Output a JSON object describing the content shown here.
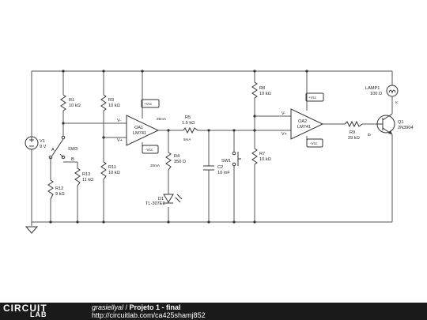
{
  "footer": {
    "logo_circuit": "CIRCUIT",
    "logo_lab": "LAB",
    "author": "grasiellyal",
    "separator": " / ",
    "title": "Projeto 1 - final",
    "url": "http://circuitlab.com/ca425shamj852"
  },
  "schematic": {
    "V1": {
      "name": "V1",
      "value": "9 V"
    },
    "SW3": {
      "name": "SW3",
      "pos_a": "A",
      "pos_b": "B"
    },
    "R1": {
      "name": "R1",
      "value": "10 kΩ"
    },
    "R3": {
      "name": "R3",
      "value": "10 kΩ"
    },
    "R11": {
      "name": "R11",
      "value": "10 kΩ"
    },
    "R13": {
      "name": "R13",
      "value": "11 kΩ"
    },
    "R12": {
      "name": "R12",
      "value": "9 kΩ"
    },
    "OA1": {
      "name": "OA1",
      "part": "LM741",
      "vcc_pos": "+Vcc",
      "vcc_neg": "-Vcc",
      "in_neg": "V-",
      "in_pos": "V+"
    },
    "R5": {
      "name": "R5",
      "value": "1.5 kΩ"
    },
    "R4": {
      "name": "R4",
      "value": "350 Ω"
    },
    "D1": {
      "name": "D1",
      "part": "TL-307EE"
    },
    "C2": {
      "name": "C2",
      "value": "10 mF"
    },
    "SW1": {
      "name": "SW1"
    },
    "R8": {
      "name": "R8",
      "value": "10 kΩ"
    },
    "R7": {
      "name": "R7",
      "value": "10 kΩ"
    },
    "OA2": {
      "name": "OA2",
      "part": "LM741",
      "vcc_pos": "+Vcc",
      "vcc_neg": "-Vcc",
      "in_neg": "V-",
      "in_pos": "V+"
    },
    "R9": {
      "name": "R9",
      "value": "29 kΩ"
    },
    "LAMP1": {
      "name": "LAMP1",
      "value": "100 Ω"
    },
    "Q1": {
      "name": "Q1",
      "part": "2N3904"
    },
    "currents": {
      "i_oa1_out": "25mA",
      "i_r5": "5mA",
      "i_r4": "20mA",
      "i_b": "Ib",
      "i_c": "Ic"
    }
  }
}
